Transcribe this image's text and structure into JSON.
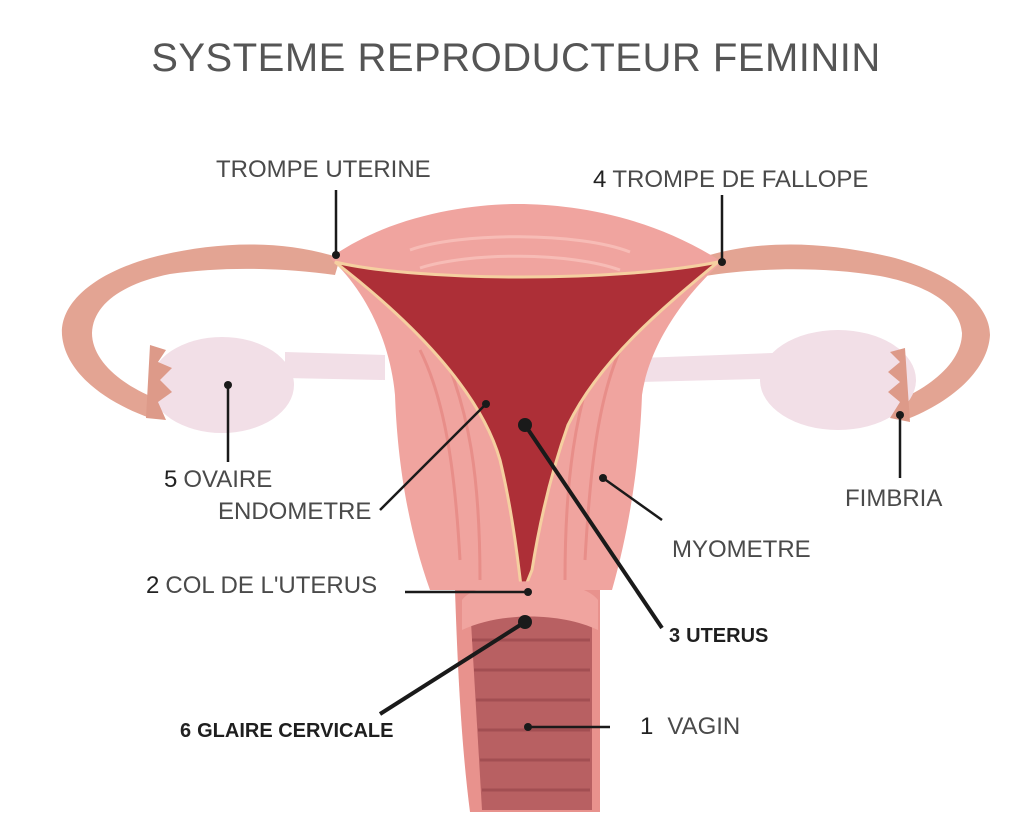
{
  "title": "SYSTEME REPRODUCTEUR FEMININ",
  "labels": {
    "trompe_uterine": "TROMPE UTERINE",
    "trompe_fallope": {
      "num": "4",
      "text": "TROMPE DE FALLOPE"
    },
    "ovaire": {
      "num": "5",
      "text": "OVAIRE"
    },
    "endometre": "ENDOMETRE",
    "fimbria": "FIMBRIA",
    "myometre": "MYOMETRE",
    "col_uterus": {
      "num": "2",
      "text": "COL DE L'UTERUS"
    },
    "uterus": {
      "num": "3",
      "text": "UTERUS"
    },
    "glaire": {
      "num": "6",
      "text": "GLAIRE CERVICALE"
    },
    "vagin": {
      "num": "1",
      "text": "VAGIN"
    }
  },
  "colors": {
    "tube": "#e3a493",
    "ovary": "#f2dfe7",
    "muscle": "#f0a49f",
    "endometrium": "#ad2f37",
    "vagina": "#b86062",
    "line": "#1a1a1a"
  }
}
